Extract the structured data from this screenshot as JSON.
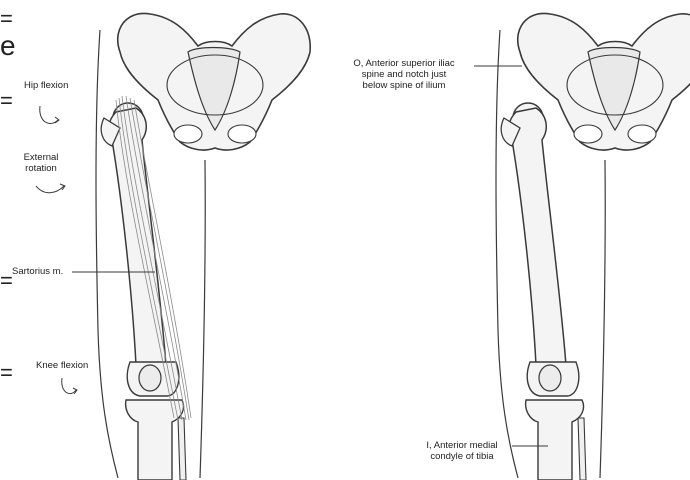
{
  "left_panel": {
    "labels": {
      "hip_flexion": "Hip flexion",
      "external_rotation_1": "External",
      "external_rotation_2": "rotation",
      "sartorius": "Sartorius m.",
      "knee_flexion": "Knee flexion"
    }
  },
  "right_panel": {
    "origin_label": {
      "line1": "O, Anterior superior iliac",
      "line2": "spine and notch just",
      "line3": "below spine of ilium"
    },
    "insertion_label": {
      "line1": "I, Anterior medial",
      "line2": "condyle of tibia"
    }
  },
  "edge_marks": {
    "glyph_eq": "=",
    "glyph_e": "e"
  },
  "colors": {
    "bone_fill": "#f4f4f4",
    "outline": "#3a3a3a",
    "muscle": "#8a8a8a"
  }
}
